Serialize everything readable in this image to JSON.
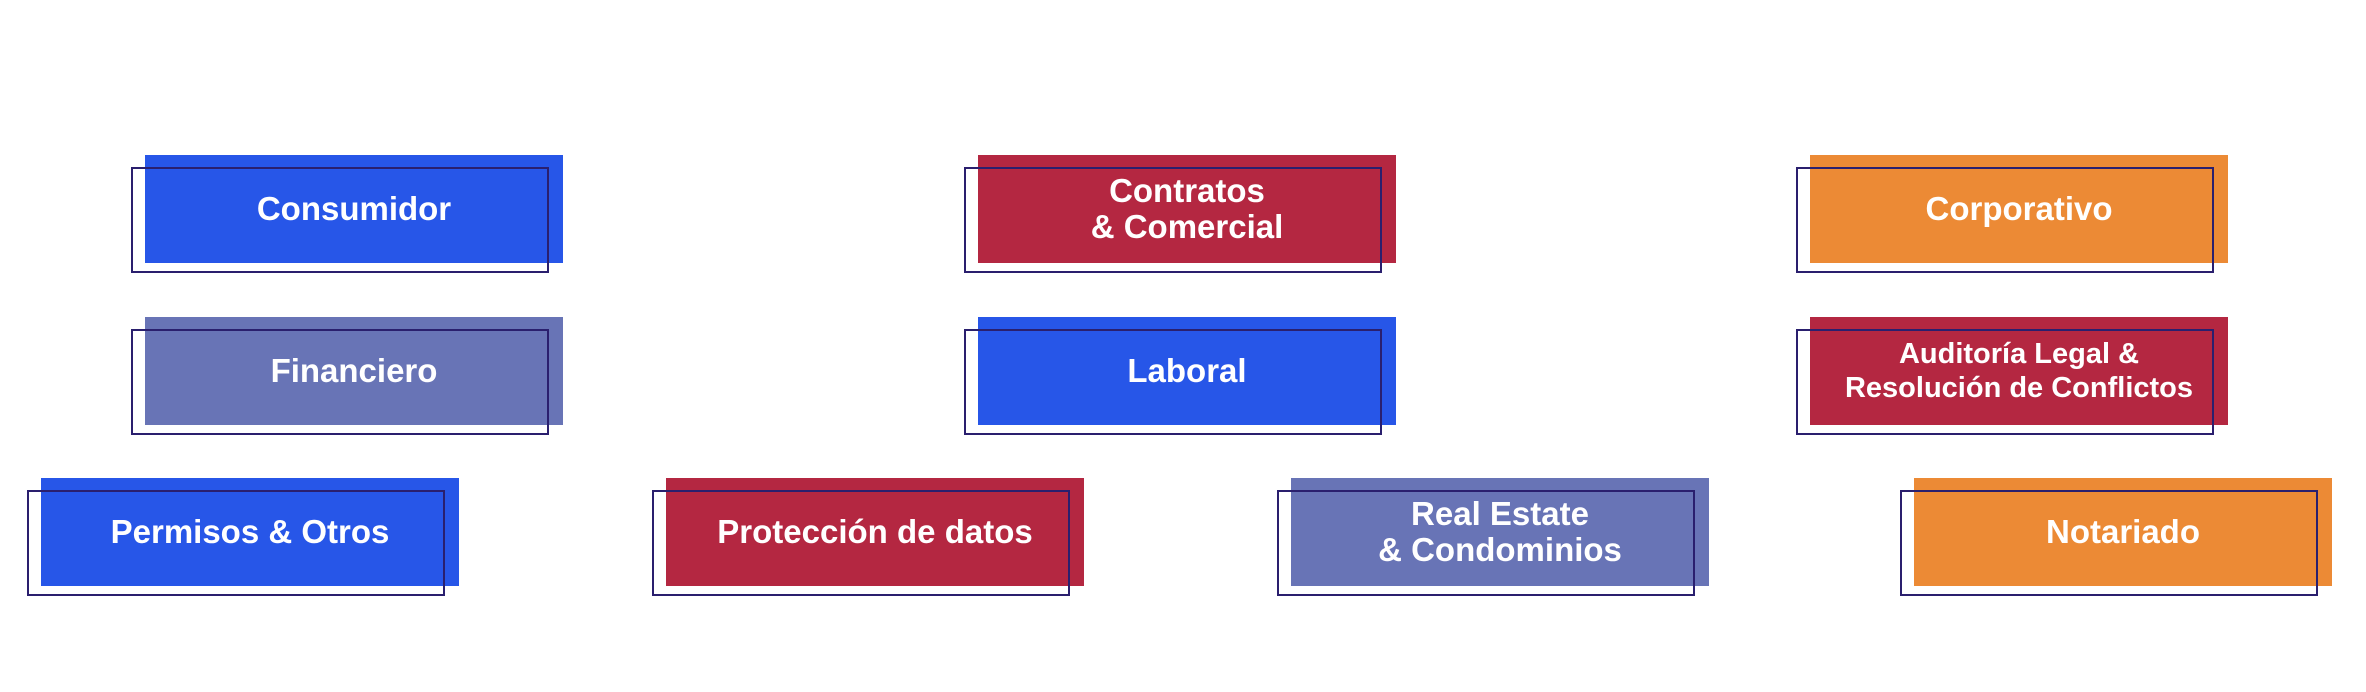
{
  "areas": [
    {
      "label": "Consumidor",
      "color": "#2756e8"
    },
    {
      "label": "Contratos\n& Comercial",
      "color": "#b42741"
    },
    {
      "label": "Corporativo",
      "color": "#ec8a35"
    },
    {
      "label": "Financiero",
      "color": "#6874b6"
    },
    {
      "label": "Laboral",
      "color": "#2756e8"
    },
    {
      "label": "Auditoría Legal &\nResolución de Conflictos",
      "color": "#b42741"
    },
    {
      "label": "Permisos & Otros",
      "color": "#2756e8"
    },
    {
      "label": "Protección de datos",
      "color": "#b42741"
    },
    {
      "label": "Real Estate\n& Condominios",
      "color": "#6874b6"
    },
    {
      "label": "Notariado",
      "color": "#ec8a35"
    }
  ],
  "outline_color": "#2a1f6e"
}
